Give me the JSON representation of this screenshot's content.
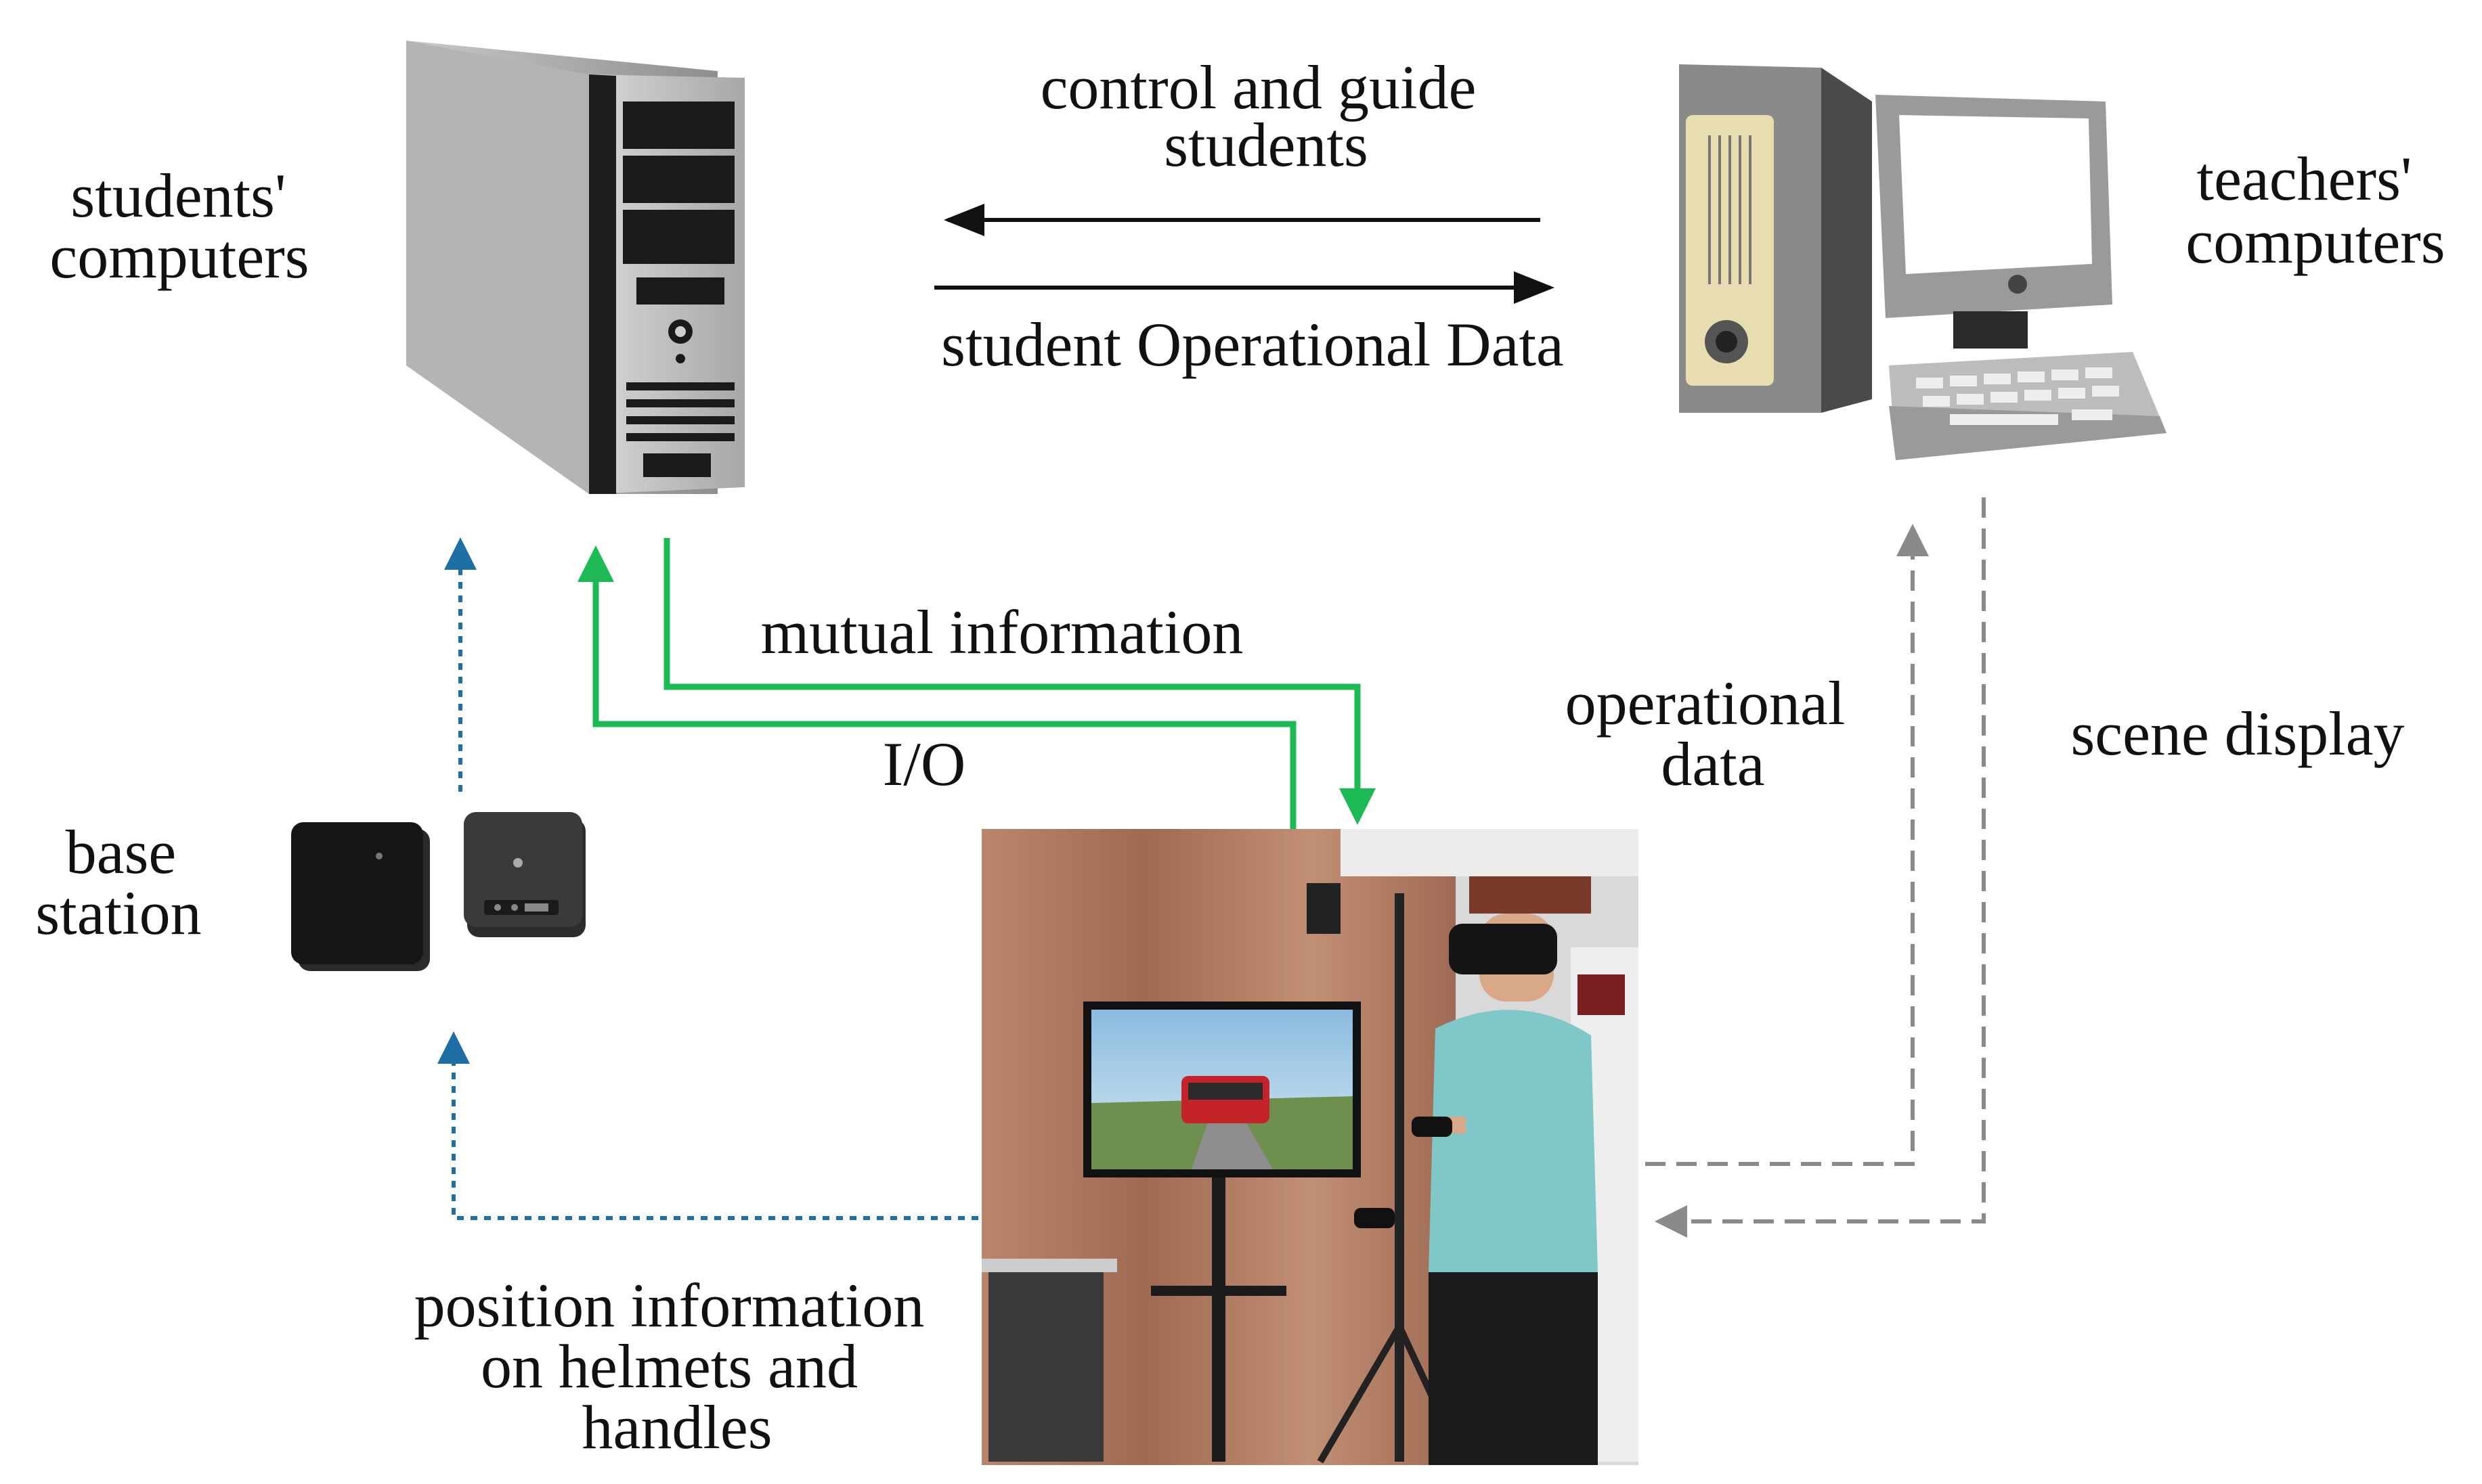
{
  "labels": {
    "students_computers": [
      "students'",
      "computers"
    ],
    "teachers_computers": [
      "teachers'",
      "computers"
    ],
    "control_guide": [
      "control and guide",
      "students"
    ],
    "student_operational_data": "student Operational Data",
    "mutual_information": "mutual information",
    "io": "I/O",
    "operational_data": [
      "operational",
      "data"
    ],
    "scene_display": "scene display",
    "base_station": [
      "base",
      "station"
    ],
    "position_info": [
      "position information",
      "on helmets and",
      "handles"
    ]
  },
  "colors": {
    "text": "#111111",
    "black_arrow": "#111111",
    "green_arrow": "#1db954",
    "blue_arrow": "#1f6fa6",
    "gray_arrow": "#8a8a8a"
  },
  "icons": {
    "students_computer": "tower-pc-icon",
    "teachers_computer": "desktop-pc-icon",
    "base_station": "vr-base-station-icon",
    "photo": "vr-user-photo"
  }
}
